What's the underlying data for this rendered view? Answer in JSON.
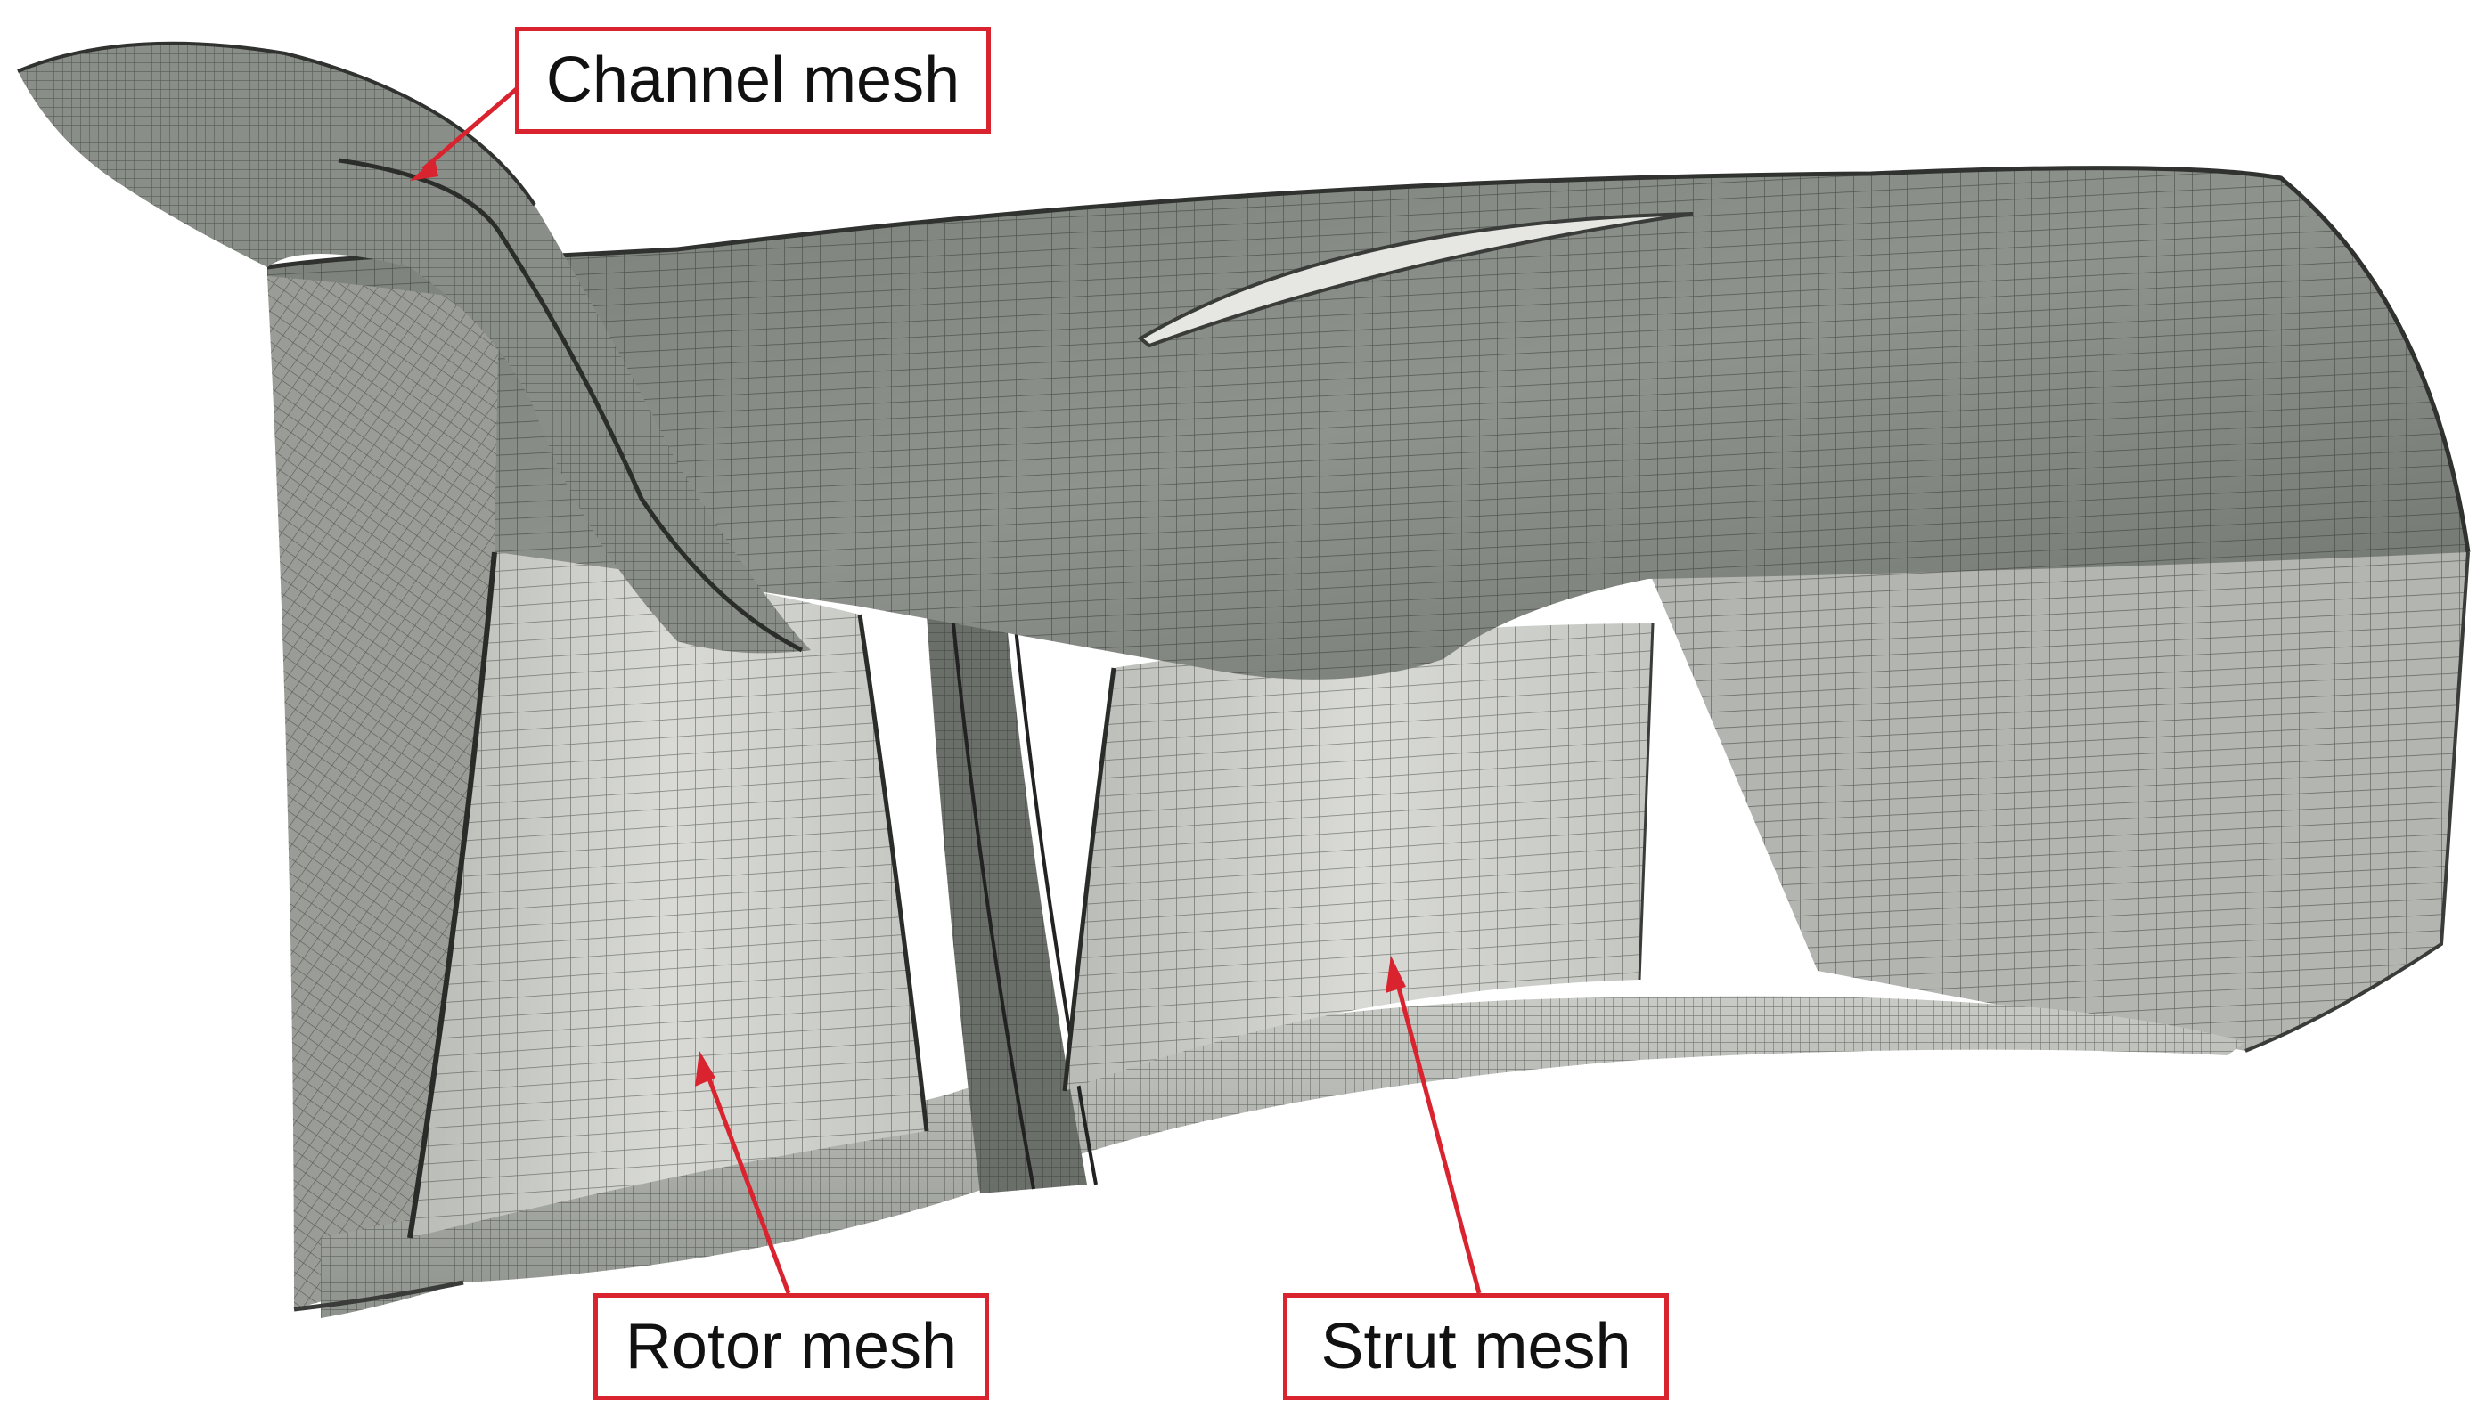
{
  "labels": {
    "channel": "Channel mesh",
    "rotor": "Rotor mesh",
    "strut": "Strut mesh"
  },
  "colors": {
    "callout_border": "#d9232e",
    "arrow": "#d9232e",
    "mesh_fill": "#8e928c",
    "mesh_fill_dark": "#555953",
    "mesh_fill_light": "#d3d4cf",
    "mesh_line": "#2c2f2b",
    "background": "#ffffff"
  }
}
